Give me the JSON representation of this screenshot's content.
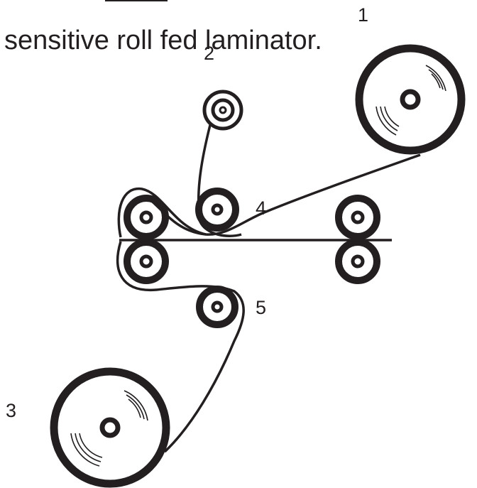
{
  "caption": "sensitive roll fed laminator.",
  "labels": {
    "roll_1": "1",
    "roll_2": "2",
    "roll_3": "3",
    "roller_4": "4",
    "roller_5": "5"
  },
  "colors": {
    "ink": "#231f20",
    "background": "#ffffff"
  }
}
